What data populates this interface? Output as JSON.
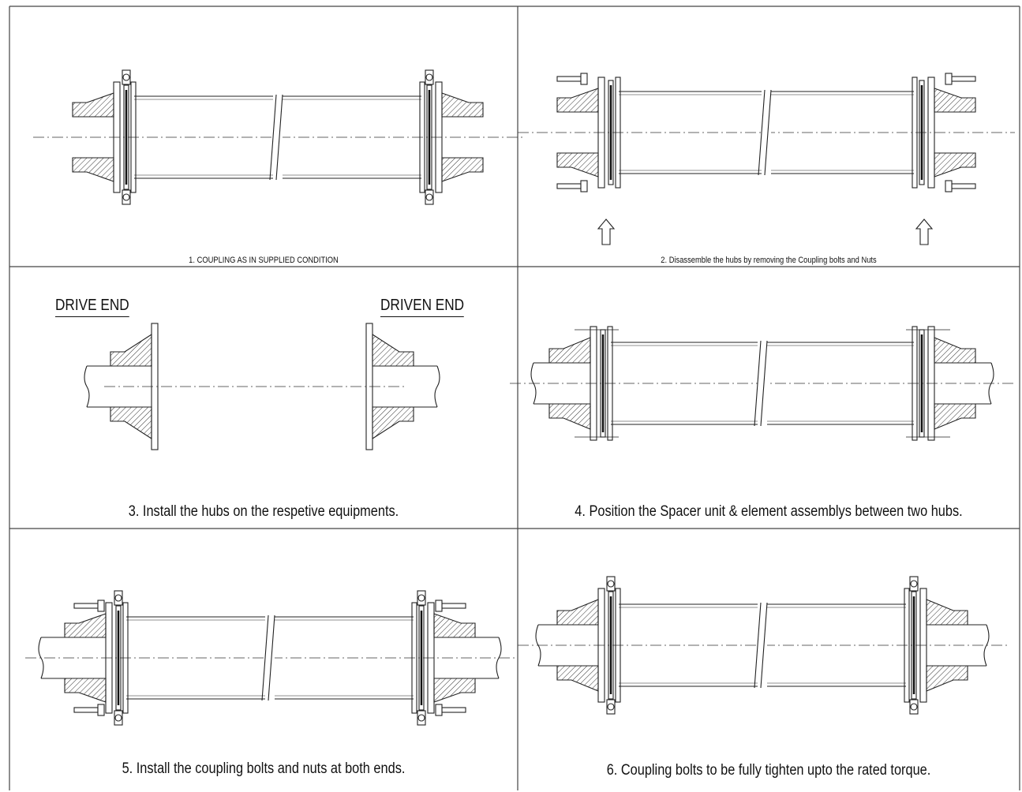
{
  "steps": [
    {
      "caption": "1. COUPLING AS IN SUPPLIED CONDITION"
    },
    {
      "caption": "2. Disassemble the hubs by removing the  Coupling bolts  and Nuts"
    },
    {
      "caption": "3. Install the hubs on the respetive equipments."
    },
    {
      "caption": "4. Position the Spacer unit & element assemblys between two hubs."
    },
    {
      "caption": "5. Install the coupling bolts and nuts at both ends."
    },
    {
      "caption": "6. Coupling bolts to be fully tighten upto the rated torque."
    }
  ],
  "labels": {
    "drive_end": "DRIVE END",
    "driven_end": "DRIVEN END"
  }
}
